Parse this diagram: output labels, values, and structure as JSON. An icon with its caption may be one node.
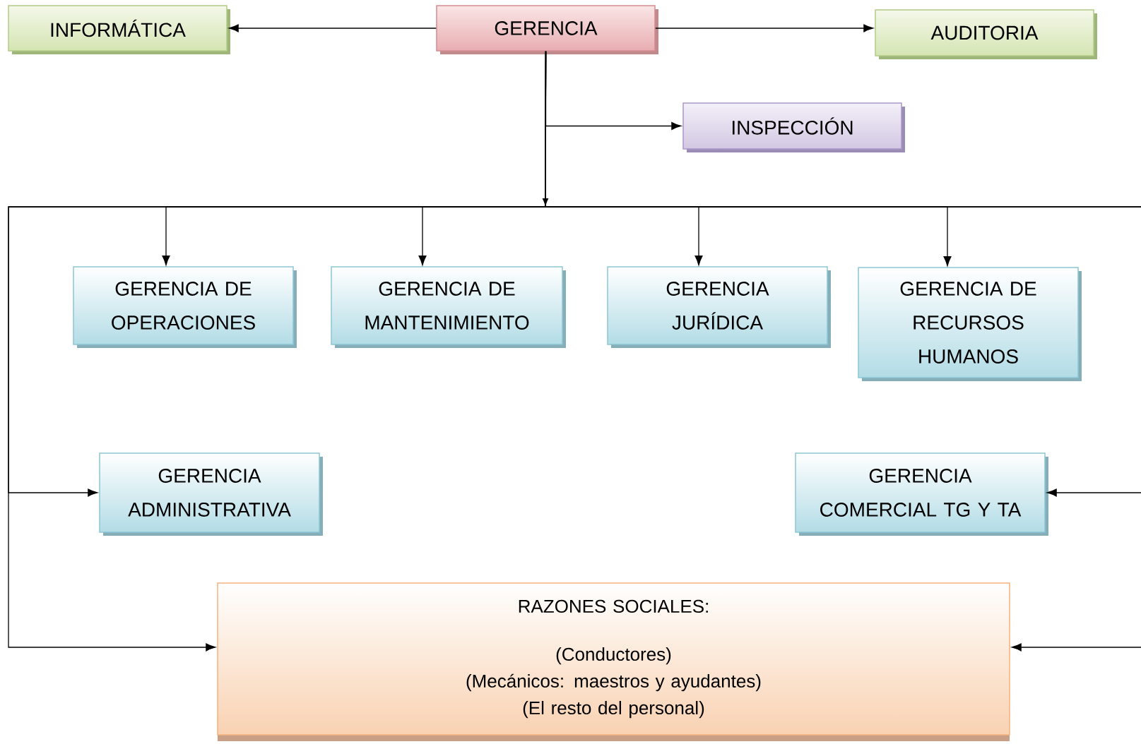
{
  "diagram": {
    "nodes": [
      {
        "text": [
          "INFORMÁTICA"
        ]
      },
      {
        "text": [
          "GERENCIA"
        ]
      },
      {
        "text": [
          "AUDITORIA"
        ]
      },
      {
        "text": [
          "INSPECCIÓN"
        ]
      },
      {
        "text": [
          "GERENCIA DE OPERACIONES"
        ]
      },
      {
        "text": [
          "GERENCIA DE MANTENIMIENTO"
        ]
      },
      {
        "text": [
          "GERENCIA JURÍDICA"
        ]
      },
      {
        "text": [
          "GERENCIA DE RECURSOS HUMANOS"
        ]
      },
      {
        "text": [
          "GERENCIA ADMINISTRATIVA"
        ]
      },
      {
        "text": [
          "GERENCIA COMERCIAL TG Y TA"
        ]
      },
      {
        "text": [
          "RAZONES SOCIALES:",
          "(Conductores)",
          "(Mecánicos: maestros y ayudantes)",
          "(El resto del personal)"
        ]
      }
    ],
    "edges": [
      {
        "from": 1,
        "to": 0,
        "arrow": "to"
      },
      {
        "from": 1,
        "to": 2,
        "arrow": "to"
      },
      {
        "from": 1,
        "to": 3,
        "arrow": "to"
      },
      {
        "from": 1,
        "to": 4,
        "arrow": "to"
      },
      {
        "from": 1,
        "to": 5,
        "arrow": "to"
      },
      {
        "from": 1,
        "to": 6,
        "arrow": "to"
      },
      {
        "from": 1,
        "to": 7,
        "arrow": "to"
      },
      {
        "from": 1,
        "to": 8,
        "arrow": "to"
      },
      {
        "from": 1,
        "to": 9,
        "arrow": "to"
      },
      {
        "from": 1,
        "to": 10,
        "arrow": "to"
      },
      {
        "from": 1,
        "to": 10,
        "arrow": "to"
      }
    ]
  }
}
